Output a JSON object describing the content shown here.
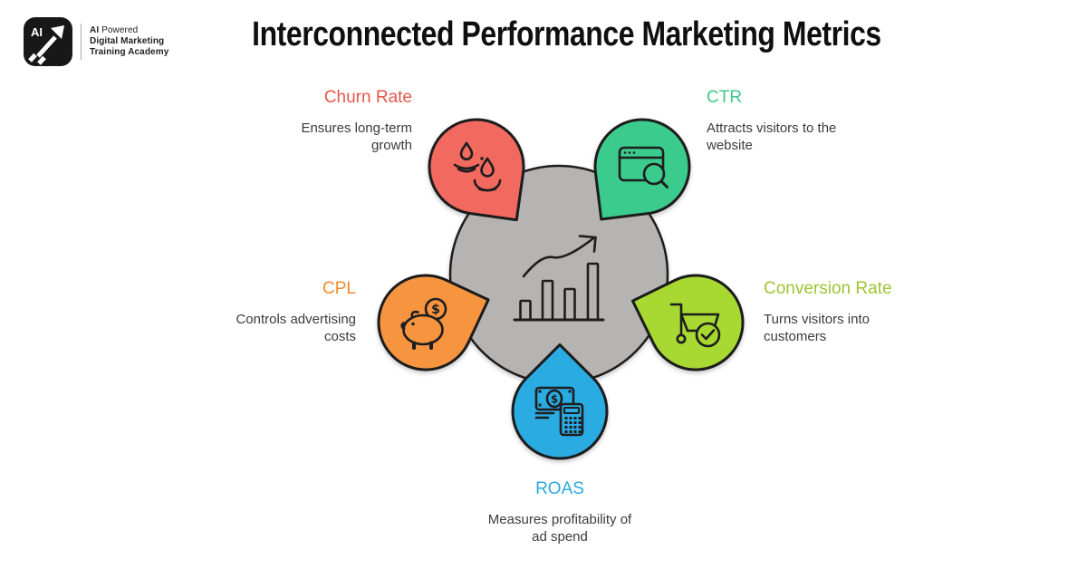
{
  "title": "Interconnected Performance Marketing Metrics",
  "logo": {
    "mark": "AI",
    "tagline_bold_prefix": "AI",
    "tagline_rest": "Powered",
    "line2": "Digital Marketing",
    "line3": "Training Academy"
  },
  "glyphs": {
    "dollar": "$"
  },
  "metrics": [
    {
      "key": "churn",
      "label": "Churn Rate",
      "description": "Ensures long-term\ngrowth",
      "petal_color": "#f2695f",
      "label_color": "#e8564c",
      "icon": "leaking-droplets-icon"
    },
    {
      "key": "ctr",
      "label": "CTR",
      "description": "Attracts visitors to the\nwebsite",
      "petal_color": "#3bcb8c",
      "label_color": "#3bc98a",
      "icon": "browser-search-icon"
    },
    {
      "key": "cpl",
      "label": "CPL",
      "description": "Controls advertising\ncosts",
      "petal_color": "#f79440",
      "label_color": "#ee8a2c",
      "icon": "piggy-bank-icon"
    },
    {
      "key": "conversion",
      "label": "Conversion Rate",
      "description": "Turns visitors into\ncustomers",
      "petal_color": "#a8d830",
      "label_color": "#9fc433",
      "icon": "cart-check-icon"
    },
    {
      "key": "roas",
      "label": "ROAS",
      "description": "Measures profitability of\nad spend",
      "petal_color": "#29ace3",
      "label_color": "#2ba9e0",
      "icon": "money-calculator-icon"
    }
  ],
  "diagram_colors": {
    "hub_fill": "#b6b4b2",
    "outline": "#1d1d1d",
    "background": "#ffffff",
    "title_color": "#0f0f0f",
    "description_color": "#3b3b3b"
  }
}
